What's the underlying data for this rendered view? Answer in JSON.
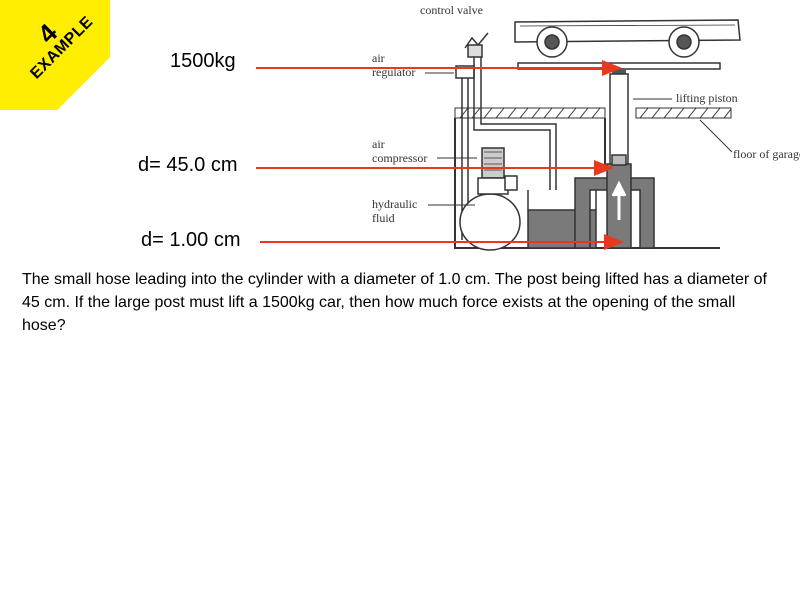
{
  "banner": {
    "number": "4",
    "word": "EXAMPLE",
    "color": "#ffee00"
  },
  "labels": {
    "mass": "1500kg",
    "large_diameter": "d= 45.0 cm",
    "small_diameter": "d= 1.00 cm"
  },
  "diagram": {
    "control_valve": "control valve",
    "air_regulator_1": "air",
    "air_regulator_2": "regulator",
    "lifting_piston": "lifting piston",
    "air_compressor_1": "air",
    "air_compressor_2": "compressor",
    "floor_of_garage": "floor of garage",
    "hydraulic_fluid_1": "hydraulic",
    "hydraulic_fluid_2": "fluid"
  },
  "problem_text": "The small hose leading into the cylinder with a diameter of 1.0 cm. The post being lifted has a diameter of 45 cm. If the large post must lift a 1500kg car, then how much force exists at the opening of the small hose?",
  "colors": {
    "arrow": "#e8391d",
    "fluid": "#7a7a7a"
  }
}
